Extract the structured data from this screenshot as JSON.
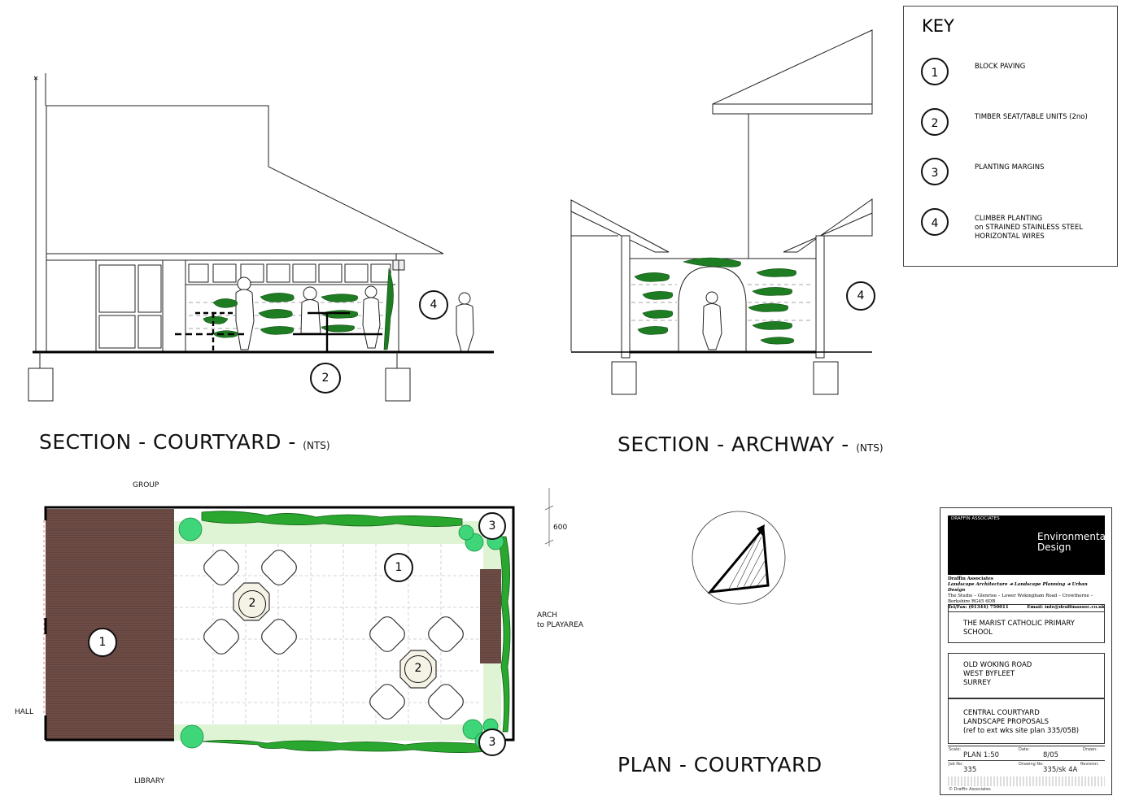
{
  "titles": {
    "section_courtyard": "SECTION - COURTYARD -",
    "section_courtyard_note": "(NTS)",
    "section_archway": "SECTION - ARCHWAY -",
    "section_archway_note": "(NTS)",
    "plan_courtyard": "PLAN - COURTYARD"
  },
  "plan_labels": {
    "group": "GROUP",
    "hall": "HALL",
    "library": "LIBRARY",
    "arch": "ARCH",
    "arch_sub": "to PLAYAREA",
    "dimension": "600"
  },
  "markers": {
    "one": "1",
    "two": "2",
    "three": "3",
    "four": "4"
  },
  "key": {
    "title": "KEY",
    "items": [
      {
        "num": "1",
        "text": "BLOCK PAVING"
      },
      {
        "num": "2",
        "text": "TIMBER SEAT/TABLE UNITS  (2no)"
      },
      {
        "num": "3",
        "text": "PLANTING MARGINS"
      },
      {
        "num": "4",
        "text": "CLIMBER PLANTING\n on STRAINED STAINLESS STEEL\n HORIZONTAL WIRES"
      }
    ]
  },
  "title_block": {
    "logo_text": "Environmental\nDesign",
    "ring_text": "DRAFFIN ASSOCIATES",
    "firm_name": "Draffin Associates",
    "disciplines": "Landscape Architecture  ➔  Landscape Planning  ➔  Urban Design",
    "address": "The Studio – Glenrise – Lower Wokingham Road – Crowthorne – Berkshire  RG45 6DB",
    "tel": "Tel/Fax: (01344) 750011",
    "email": "Email: info@draffinassoc.co.uk",
    "client": "THE MARIST CATHOLIC PRIMARY SCHOOL",
    "site": "OLD WOKING ROAD\nWEST BYFLEET\nSURREY",
    "project": "CENTRAL COURTYARD\nLANDSCAPE PROPOSALS\n(ref to ext wks site plan 335/05B)",
    "scale_label": "Scale:",
    "scale": "PLAN 1:50",
    "date_label": "Date:",
    "date": "8/05",
    "drawn_label": "Drawn:",
    "job_label": "Job No:",
    "job": "335",
    "drawing_label": "Drawing No:",
    "drawing": "335/sk 4A",
    "revision_label": "Revision:",
    "copyright": "© Draffin Associates"
  },
  "colors": {
    "paving_brown": "#6b4a44",
    "planting_margin": "#dff3d5",
    "climber_green": "#1e8a22",
    "shrub_green": "#3fd67a",
    "dark_green": "#0f5e12"
  }
}
